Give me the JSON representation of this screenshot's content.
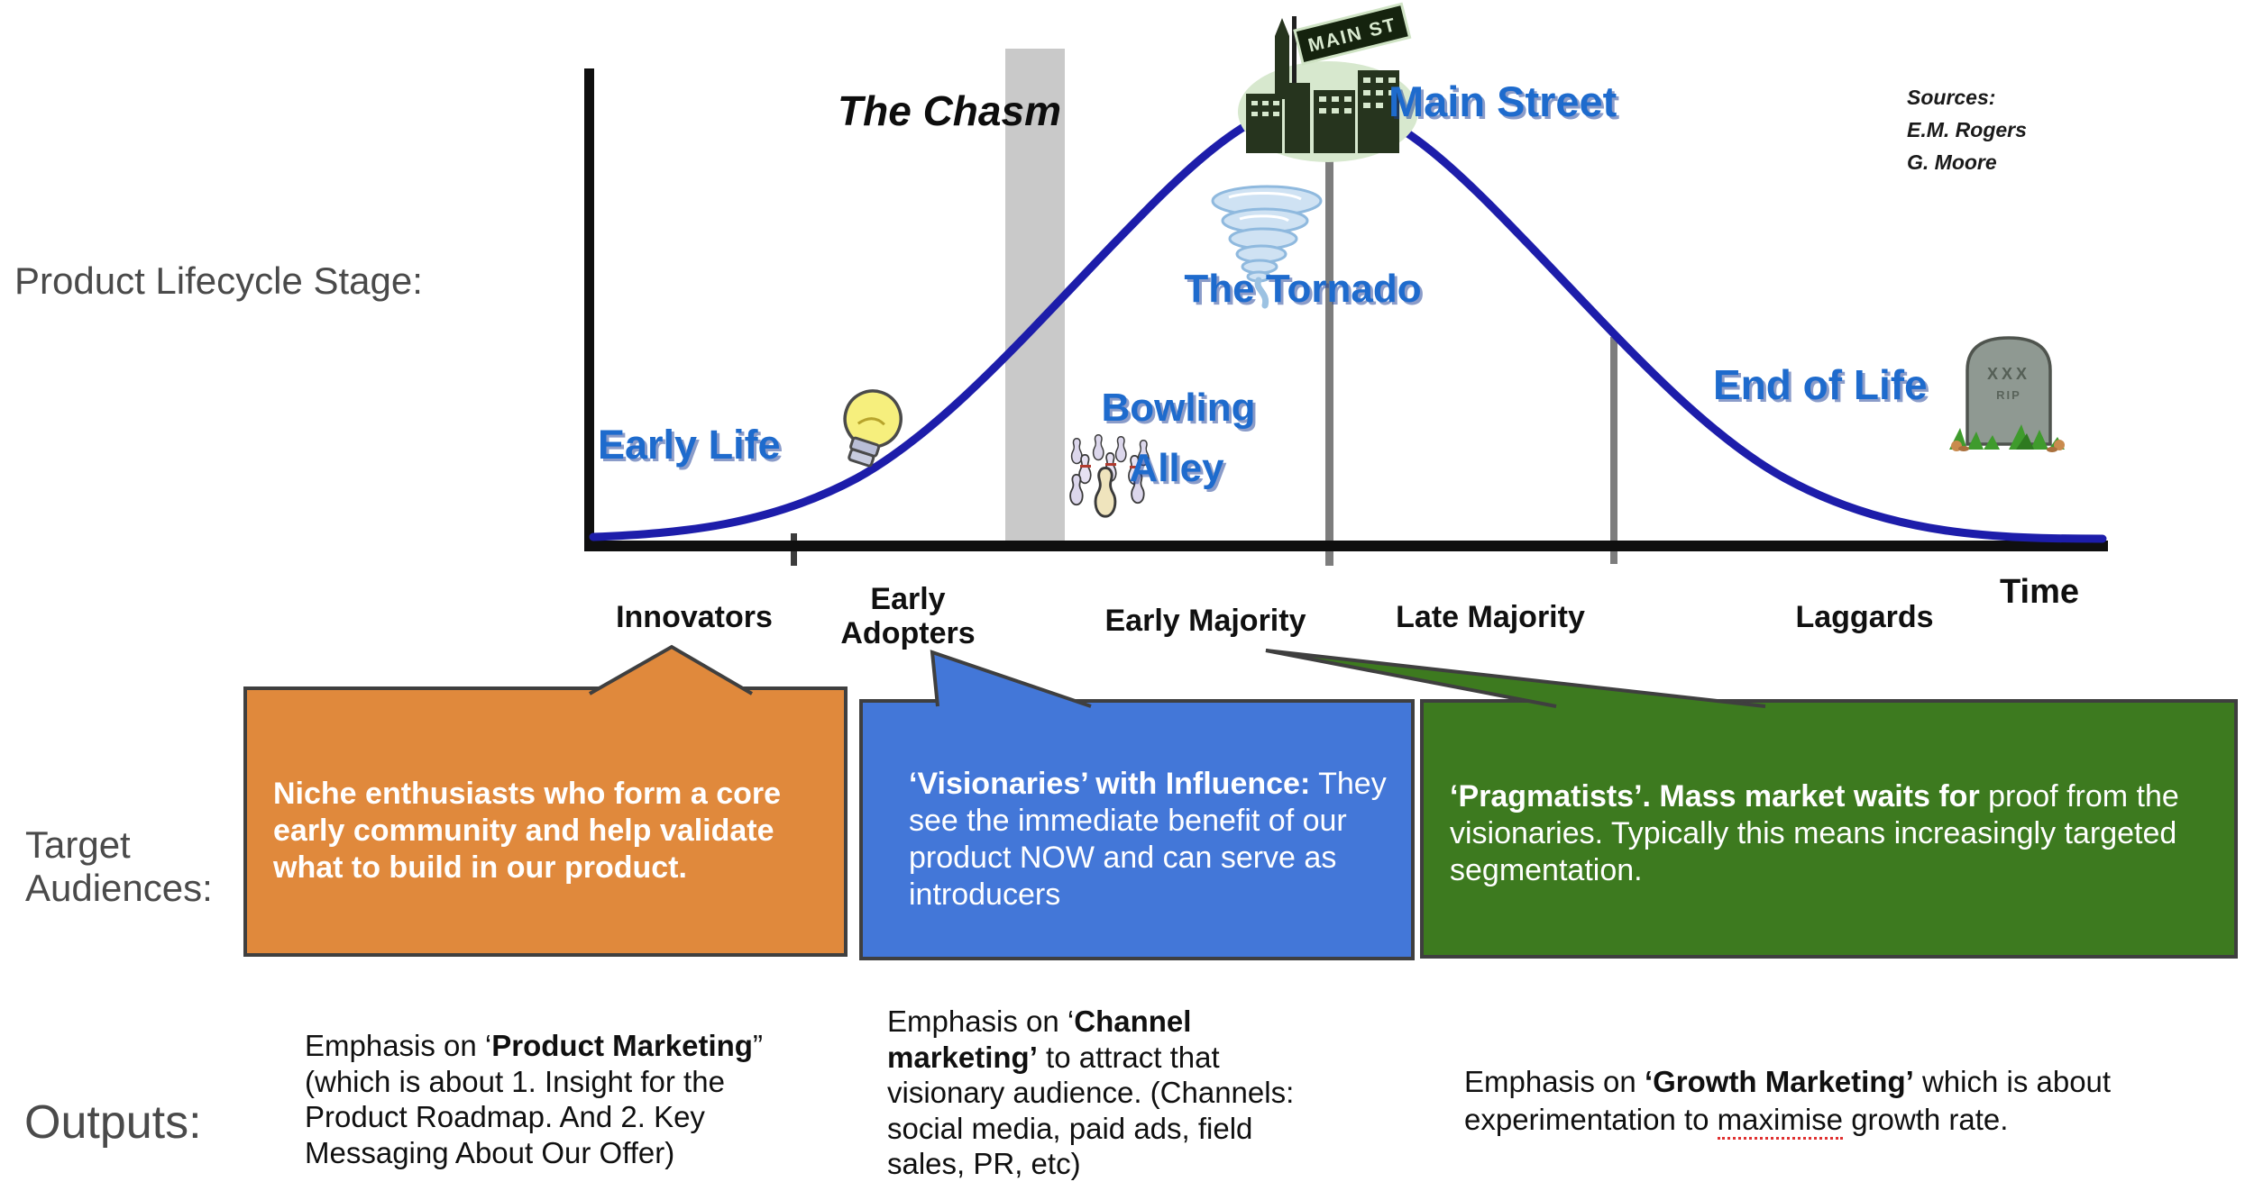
{
  "row_labels": {
    "lifecycle": "Product Lifecycle Stage:",
    "audiences_line1": "Target",
    "audiences_line2": "Audiences:",
    "outputs": "Outputs:"
  },
  "chart": {
    "chasm": "The Chasm",
    "main_street": "Main Street",
    "tornado": "The Tornado",
    "bowling_line1": "Bowling",
    "bowling_line2": "Alley",
    "early_life": "Early Life",
    "end_of_life": "End of Life",
    "street_sign": "MAIN ST",
    "tombstone_line1": "XXX",
    "tombstone_line2": "RIP",
    "sources_line1": "Sources:",
    "sources_line2": "E.M. Rogers",
    "sources_line3": "G. Moore",
    "x_axis": {
      "innovators": "Innovators",
      "early_adopters_line1": "Early",
      "early_adopters_line2": "Adopters",
      "early_majority": "Early Majority",
      "late_majority": "Late Majority",
      "laggards": "Laggards",
      "time": "Time"
    }
  },
  "audience_boxes": {
    "innovators": {
      "text": "Niche enthusiasts who form a core early community and help validate what to build in our product.",
      "color": "#E0893C"
    },
    "early_adopters": {
      "bold": "‘Visionaries’ with Influence:",
      "rest": " They see the immediate benefit of our product NOW and can serve as introducers",
      "color": "#4377D8"
    },
    "mainstream": {
      "bold": "‘Pragmatists’. Mass market waits for",
      "rest": " proof from the visionaries. Typically this means increasingly targeted segmentation.",
      "color": "#3D7A1F"
    }
  },
  "outputs": {
    "product": {
      "pre": "Emphasis on ‘",
      "bold": "Product Marketing",
      "post": "” (which is about 1. Insight for the Product Roadmap. And 2. Key Messaging About Our Offer)"
    },
    "channel": {
      "pre": "Emphasis on ‘",
      "bold": "Channel marketing’",
      "post": " to attract that visionary audience. (Channels: social media, paid ads, field sales, PR, etc)"
    },
    "growth": {
      "pre": "Emphasis on ",
      "bold": "‘Growth Marketing’",
      "mid": " which is about experimentation to ",
      "underlined": "maximise",
      "post": " growth rate."
    }
  },
  "icons": {
    "building": "main-street-buildings-icon",
    "tornado": "tornado-icon",
    "lightbulb": "lightbulb-icon",
    "bowling_pins": "bowling-pins-icon",
    "tombstone": "tombstone-icon"
  },
  "colors": {
    "curve": "#1d1daa",
    "label_blue": "#1e6bcd",
    "chasm_band": "#c9c9c9",
    "box_border": "#3f3f3f",
    "orange_box": "#E0893C",
    "blue_box": "#4377D8",
    "green_box": "#3D7A1F"
  }
}
